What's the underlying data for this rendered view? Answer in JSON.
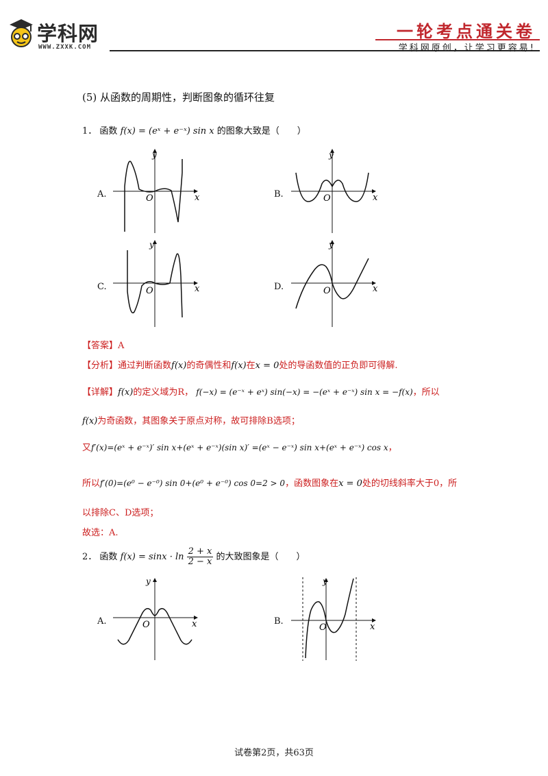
{
  "header": {
    "logo_text": "学科网",
    "logo_url": "WWW.ZXXK.COM",
    "series_title": "一轮考点通关卷",
    "slogan": "学科网原创，让学习更容易!"
  },
  "section_title": "(5) 从函数的周期性，判断图象的循环往复",
  "q1": {
    "number": "1．",
    "stem_prefix": "函数",
    "formula": "f(x) = (eˣ + e⁻ˣ) sin x",
    "stem_suffix": "的图象大致是（　　）",
    "options": [
      "A.",
      "B.",
      "C.",
      "D."
    ],
    "axis_y": "y",
    "axis_x": "x",
    "origin": "O",
    "answer_label": "【答案】",
    "answer_value": "A",
    "analysis_label": "【分析】",
    "analysis_text_1": "通过判断函数",
    "analysis_fx": "f(x)",
    "analysis_text_2": "的奇偶性和",
    "analysis_fx2": "f(x)",
    "analysis_text_3": "在",
    "analysis_x0": "x = 0",
    "analysis_text_4": "处的导函数值的正负即可得解.",
    "detail_label": "【详解】",
    "detail_fx": "f(x)",
    "detail_text_1": "的定义域为R，",
    "detail_formula_1": "f(−x) = (e⁻ˣ + eˣ) sin(−x) = −(eˣ + e⁻ˣ) sin x = −f(x)",
    "detail_text_2": "，所以",
    "detail_line2_fx": "f(x)",
    "detail_line2": "为奇函数，其图象关于原点对称，故可排除B选项；",
    "detail_line3_prefix": "又",
    "detail_line3_formula": "f′(x)=(eˣ + e⁻ˣ)′ sin x+(eˣ + e⁻ˣ)(sin x)′ =(eˣ − e⁻ˣ) sin x+(eˣ + e⁻ˣ) cos x",
    "detail_line3_suffix": "，",
    "detail_line4_prefix": "所以",
    "detail_line4_formula": "f′(0)=(e⁰ − e⁻⁰) sin 0+(e⁰ + e⁻⁰) cos 0=2 > 0",
    "detail_line4_text": "，函数图象在",
    "detail_line4_x0": "x = 0",
    "detail_line4_suffix": "处的切线斜率大于0，所",
    "detail_line5": "以排除C、D选项；",
    "detail_line6": "故选：A."
  },
  "q2": {
    "number": "2．",
    "stem_prefix": "函数",
    "formula_left": "f(x) = sinx · ln",
    "frac_num": "2 + x",
    "frac_den": "2 − x",
    "stem_suffix": "的大致图象是（　　）",
    "options": [
      "A.",
      "B."
    ]
  },
  "footer": "试卷第2页，共63页",
  "colors": {
    "accent_red": "#c0272d",
    "answer_red": "#cc1f1f"
  }
}
